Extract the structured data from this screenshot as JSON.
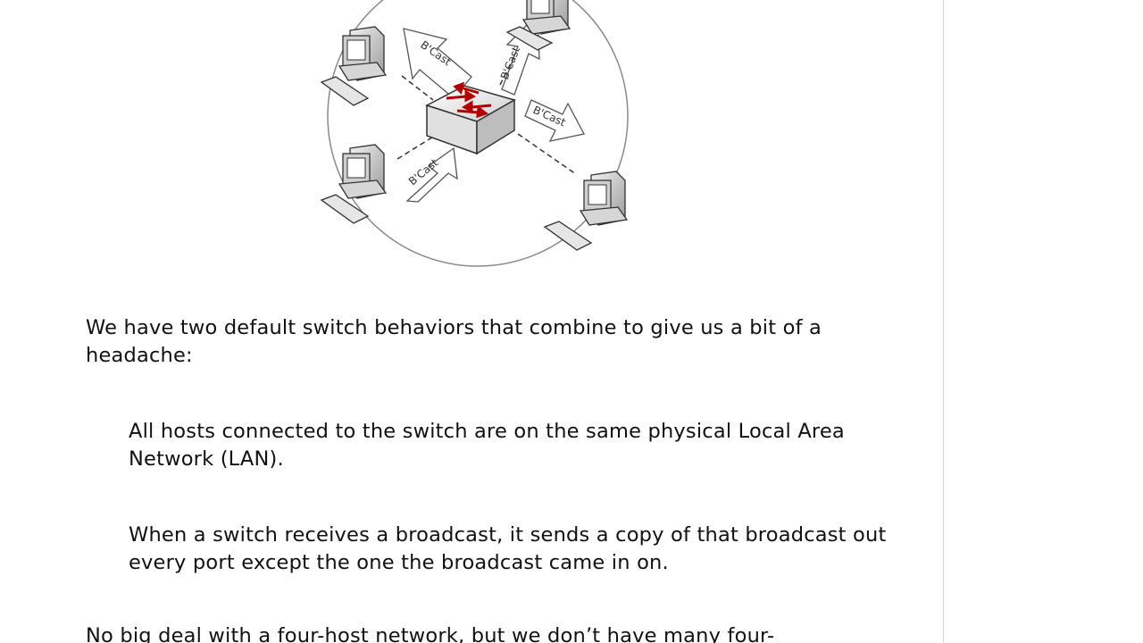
{
  "diagram": {
    "arrow_label": "B'Cast"
  },
  "content": {
    "intro": "We have two default switch behaviors that combine to give us a bit of a headache:",
    "bullet_1": "All hosts connected to the switch are on the same physical Local Area Network (LAN).",
    "bullet_2": "When a switch receives a broadcast, it sends a copy of that broadcast out every port except the one the broadcast came in on.",
    "tail": "No big deal with a four-host network, but we don’t have many four-"
  }
}
